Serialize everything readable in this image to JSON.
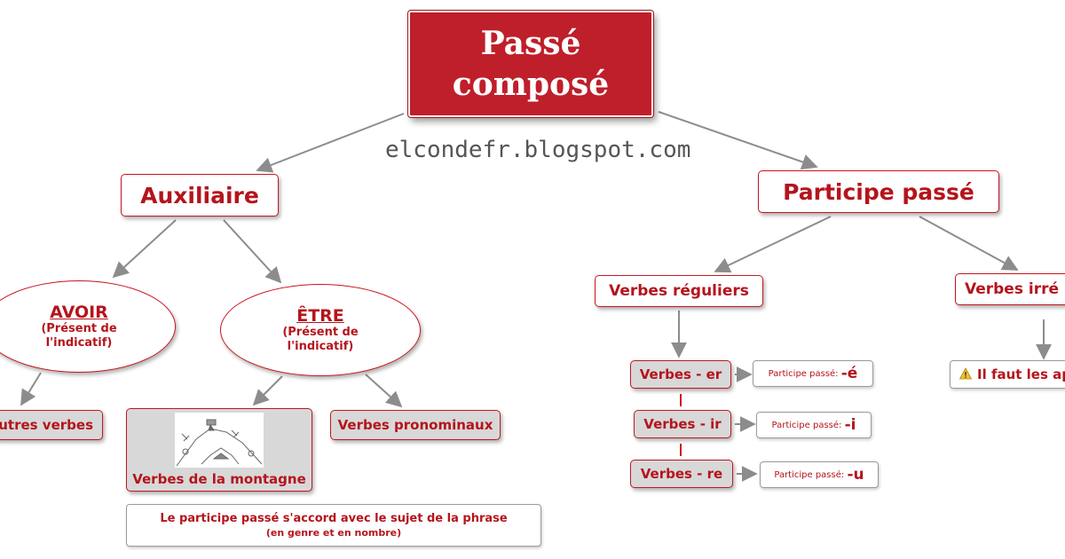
{
  "title": {
    "line1": "Passé",
    "line2": "composé"
  },
  "watermark": "elcondefr.blogspot.com",
  "auxiliaire": {
    "label": "Auxiliaire",
    "avoir": {
      "title": "AVOIR",
      "sub1": "(Présent de",
      "sub2": "l'indicatif)"
    },
    "etre": {
      "title": "ÊTRE",
      "sub1": "(Présent de",
      "sub2": "l'indicatif)"
    },
    "autres_verbes": "utres verbes",
    "montagne": "Verbes de la montagne",
    "pronominaux": "Verbes pronominaux",
    "note": {
      "main": "Le participe passé s'accord avec le sujet de la phrase",
      "sub": "(en genre et en nombre)"
    }
  },
  "participe": {
    "label": "Participe passé",
    "reguliers": "Verbes réguliers",
    "irreguliers": "Verbes irré",
    "irreg_note": "Il faut les ap",
    "groups": [
      {
        "verb": "Verbes - er",
        "pp_label": "Participe passé:",
        "ending": "-é"
      },
      {
        "verb": "Verbes - ir",
        "pp_label": "Participe passé:",
        "ending": "-i"
      },
      {
        "verb": "Verbes - re",
        "pp_label": "Participe passé:",
        "ending": "-u"
      }
    ]
  },
  "colors": {
    "accent": "#c9151e",
    "title_bg": "#bf1f2a",
    "arrow": "#8c8c8c",
    "grey_box": "#d8d8d8"
  },
  "icons": {
    "warning": "warning-icon",
    "mountain_picture": "mountain-illustration"
  }
}
